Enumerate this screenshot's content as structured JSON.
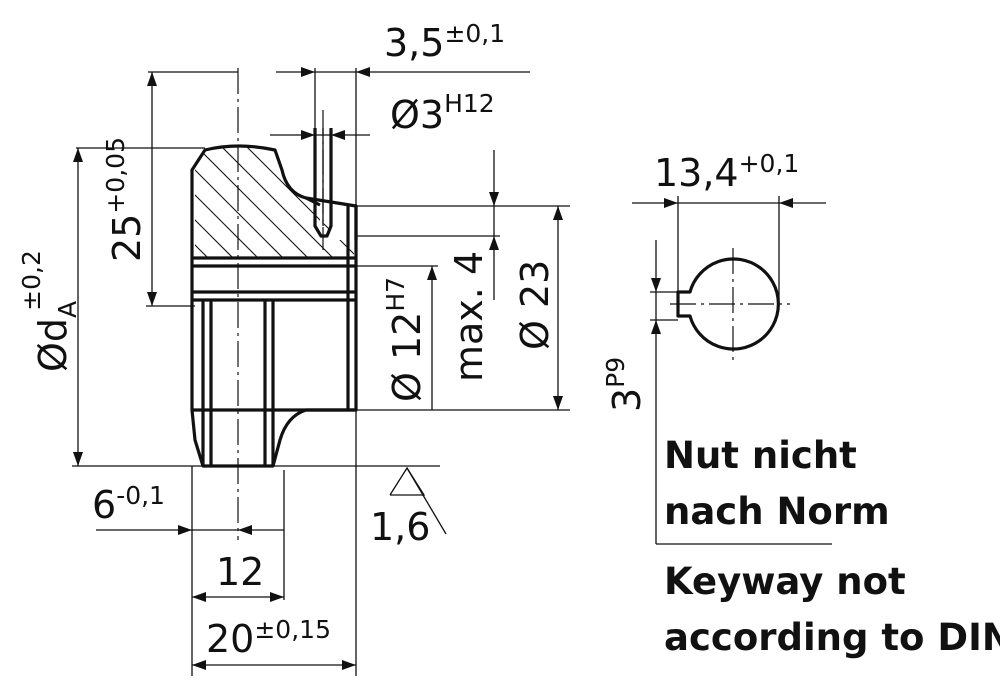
{
  "dimensions": {
    "groove_width": {
      "value": "3,5",
      "tol": "±0,1"
    },
    "pin_hole_dia": {
      "value": "Ø3",
      "tol": "H12"
    },
    "pitch_offset": {
      "value": "25",
      "tol": "+0,05"
    },
    "outer_dia": {
      "value": "Ød",
      "sub": "A",
      "tol": "±0,2"
    },
    "bore_dia": {
      "value": "Ø 12",
      "tol": "H7"
    },
    "max_depth": {
      "value": "max. 4"
    },
    "hub_dia": {
      "value": "Ø 23"
    },
    "tooth_width": {
      "value": "6",
      "tol": "-0,1"
    },
    "face_width": {
      "value": "12"
    },
    "total_width": {
      "value": "20",
      "tol": "±0,15"
    },
    "surface_roughness": {
      "value": "1,6"
    },
    "key_depth": {
      "value": "13,4",
      "tol": "+0,1"
    },
    "key_width": {
      "value": "3",
      "tol": "P9"
    }
  },
  "notes": {
    "german_line1": "Nut nicht",
    "german_line2": "nach Norm",
    "english_line1": "Keyway not",
    "english_line2": "according to DIN"
  }
}
